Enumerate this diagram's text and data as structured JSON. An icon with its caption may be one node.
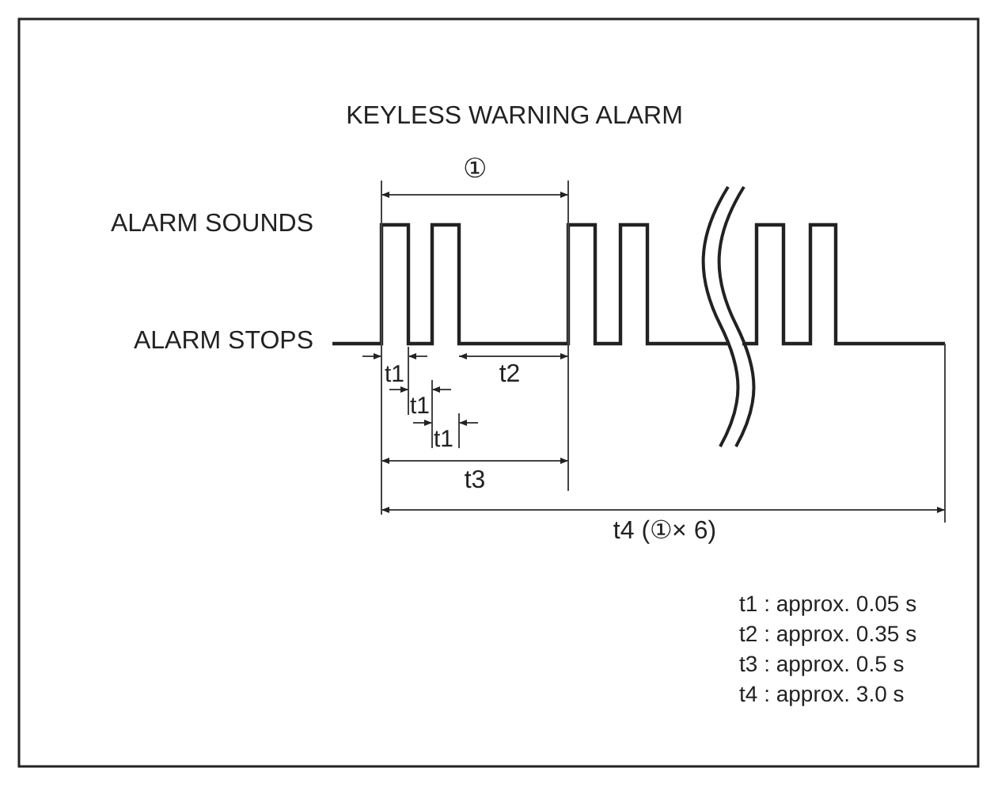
{
  "diagram": {
    "title": "KEYLESS WARNING ALARM",
    "labels": [
      "①",
      "ALARM SOUNDS",
      "ALARM STOPS",
      "t1",
      "t2",
      "t1",
      "t1",
      "t3",
      "t4 (①× 6)",
      "t1 : approx. 0.05 s",
      "t2 : approx. 0.35 s",
      "t3 : approx. 0.5 s",
      "t4 : approx. 3.0 s"
    ]
  }
}
